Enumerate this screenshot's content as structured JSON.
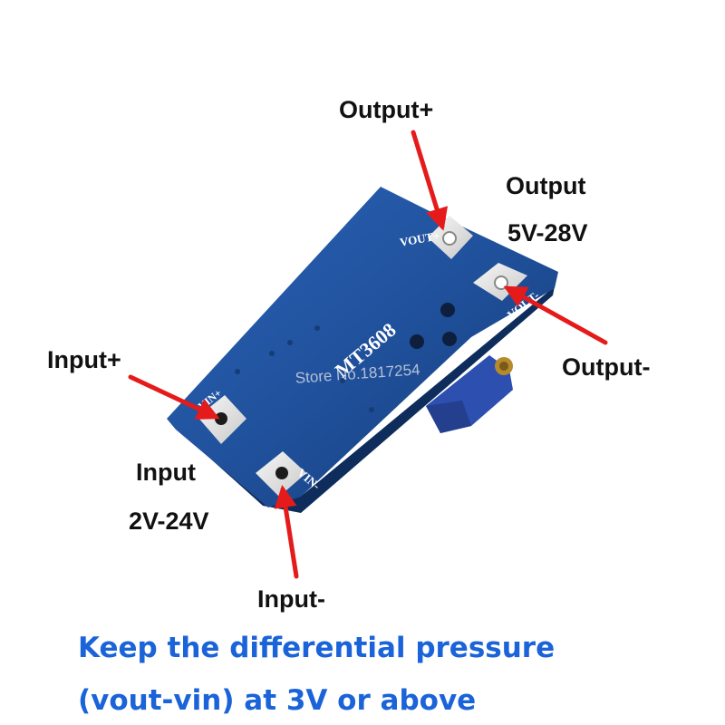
{
  "labels": {
    "output_plus": "Output+",
    "output_title": "Output",
    "output_range": "5V-28V",
    "output_minus": "Output-",
    "input_plus": "Input+",
    "input_title": "Input",
    "input_range": "2V-24V",
    "input_minus": "Input-"
  },
  "board": {
    "chip_marking": "MT3608",
    "watermark": "Store No.1817254",
    "pad_vout_plus": "VOUT+",
    "pad_vout_minus": "VOUT-",
    "pad_vin_plus": "VIN+",
    "pad_vin_minus": "VIN-"
  },
  "notice": {
    "line1": "Keep the differential pressure",
    "line2": "(vout-vin) at 3V or above"
  },
  "colors": {
    "pcb": "#1f4f99",
    "arrow": "#e51b1b",
    "notice_text": "#1a63d8",
    "label_text": "#111111"
  }
}
